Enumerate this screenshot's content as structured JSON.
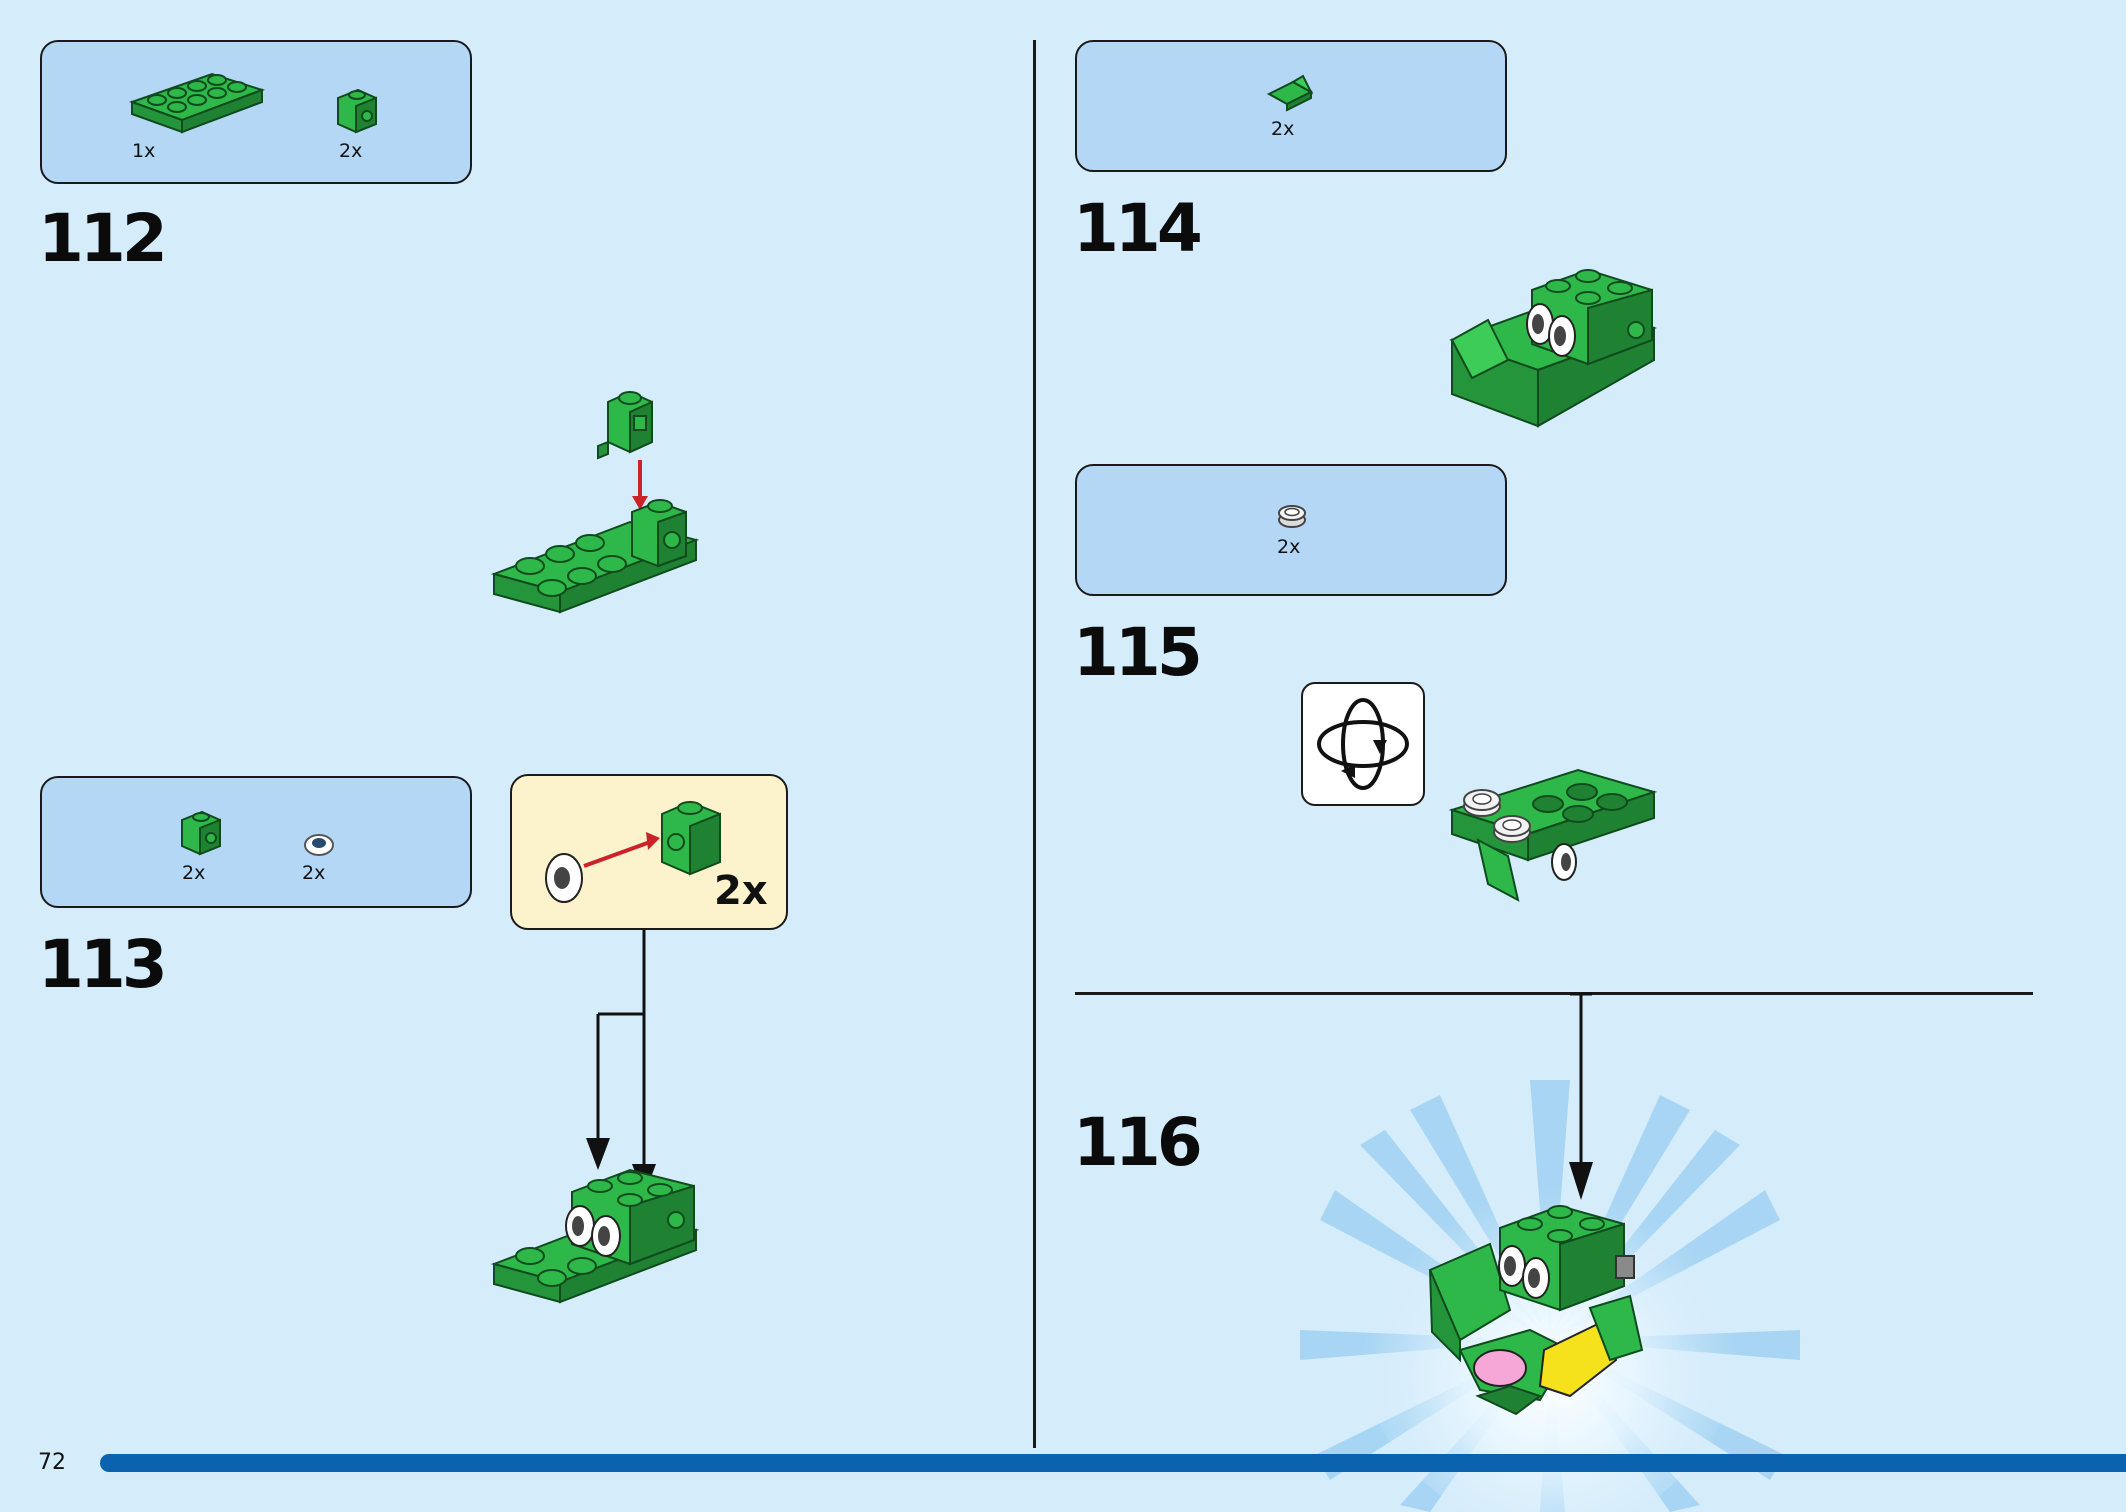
{
  "colors": {
    "background": "#d5ecfb",
    "parts_box": "#b4d7f6",
    "callout": "#fcf3cc",
    "brick_green": "#2fb84a",
    "progress": "#0b63b0"
  },
  "page": {
    "number": "72",
    "progress_percent": 100
  },
  "steps": {
    "s112": {
      "number": "112",
      "parts": [
        {
          "icon": "green-plate-2x4-icon",
          "qty": "1x"
        },
        {
          "icon": "green-bracket-brick-icon",
          "qty": "2x"
        }
      ]
    },
    "s113": {
      "number": "113",
      "parts": [
        {
          "icon": "green-bracket-brick-icon",
          "qty": "2x"
        },
        {
          "icon": "eye-tile-icon",
          "qty": "2x"
        }
      ],
      "callout": {
        "qty": "2x"
      }
    },
    "s114": {
      "number": "114",
      "parts": [
        {
          "icon": "green-slope-icon",
          "qty": "2x"
        }
      ]
    },
    "s115": {
      "number": "115",
      "parts": [
        {
          "icon": "white-round-plate-icon",
          "qty": "2x"
        }
      ],
      "rotate_icon": "rotate-model-icon"
    },
    "s116": {
      "number": "116"
    }
  }
}
